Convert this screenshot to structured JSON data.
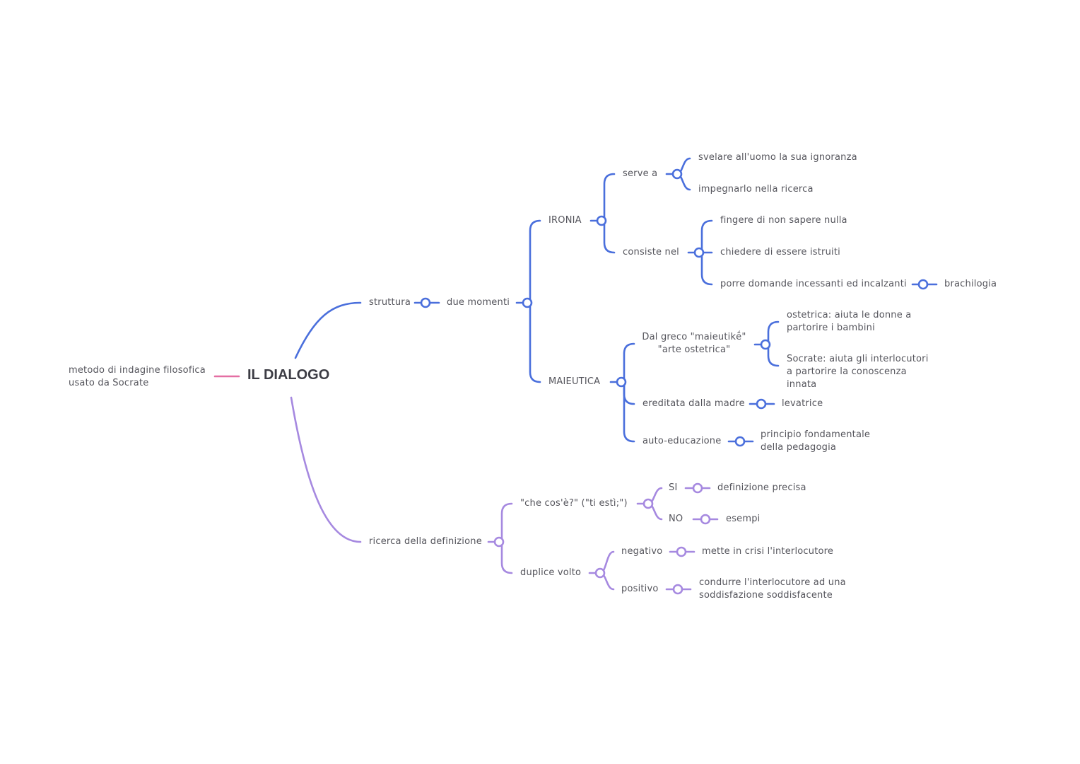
{
  "root": {
    "title": "IL DIALOGO",
    "note": "metodo di indagine filosofica usato da Socrate"
  },
  "struttura": {
    "label": "struttura",
    "child": "due momenti",
    "ironia": {
      "label": "IRONIA",
      "serve_a": {
        "label": "serve a",
        "items": [
          "svelare all'uomo la sua ignoranza",
          "impegnarlo nella ricerca"
        ]
      },
      "consiste_nel": {
        "label": "consiste nel",
        "items": [
          "fingere di non sapere nulla",
          "chiedere di essere istruiti",
          "porre domande incessanti ed incalzanti"
        ],
        "leaf": "brachilogia"
      }
    },
    "maieutica": {
      "label": "MAIEUTICA",
      "greco": {
        "label": "Dal greco \"maieutikḗ\" \"arte ostetrica\"",
        "items": [
          "ostetrica: aiuta le donne a partorire i bambini",
          "Socrate: aiuta gli interlocutori a partorire la conoscenza innata"
        ]
      },
      "ereditata": {
        "label": "ereditata dalla madre",
        "leaf": "levatrice"
      },
      "auto": {
        "label": "auto-educazione",
        "leaf": "principio fondamentale della pedagogia"
      }
    }
  },
  "ricerca": {
    "label": "ricerca della definizione",
    "che_cose": {
      "label": "\"che cos'è?\" (\"ti estì;\")",
      "si": "SI",
      "si_leaf": "definizione precisa",
      "no": "NO",
      "no_leaf": "esempi"
    },
    "duplice": {
      "label": "duplice volto",
      "neg": "negativo",
      "neg_leaf": "mette in crisi l'interlocutore",
      "pos": "positivo",
      "pos_leaf": "condurre l'interlocutore ad una soddisfazione soddisfacente"
    }
  },
  "colors": {
    "blue": "#4a6fdc",
    "purple": "#a689e0",
    "pink": "#e46fa3"
  }
}
